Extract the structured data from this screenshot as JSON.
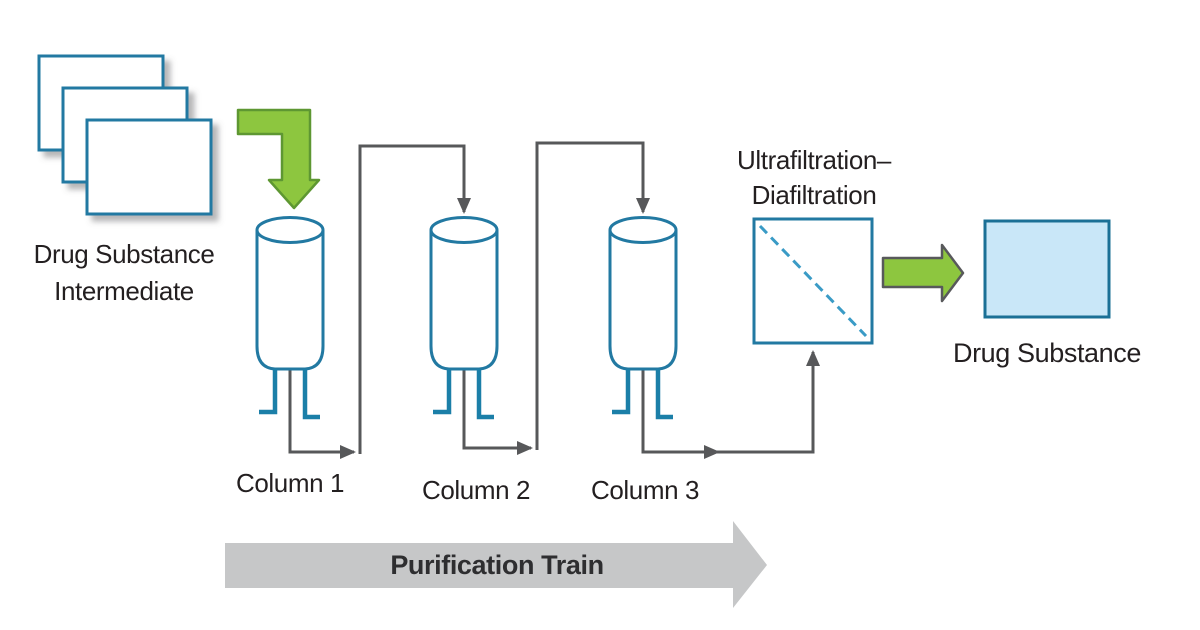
{
  "diagram_title": "",
  "nodes": {
    "intermediate": {
      "label_line1": "Drug Substance",
      "label_line2": "Intermediate",
      "icon": "stacked-documents"
    },
    "columns": [
      {
        "label": "Column 1",
        "icon": "chromatography-column-cylinder"
      },
      {
        "label": "Column 2",
        "icon": "chromatography-column-cylinder"
      },
      {
        "label": "Column 3",
        "icon": "chromatography-column-cylinder"
      }
    ],
    "ufdf": {
      "label_line1": "Ultrafiltration–",
      "label_line2": "Diafiltration",
      "icon": "square-with-dashed-diagonal"
    },
    "drug_substance": {
      "label": "Drug Substance",
      "icon": "filled-rectangle"
    }
  },
  "arrows": {
    "input_arrow": "green-elbow-down-arrow",
    "output_arrow": "green-right-arrow",
    "flow_connectors": "gray-elbow-lines-with-arrowheads"
  },
  "banner": {
    "label": "Purification Train",
    "icon": "wide-right-arrow"
  },
  "colors": {
    "teal_border": "#2279A2",
    "teal_dark": "#1B7096",
    "leg_teal": "#1B7FA8",
    "dashed_blue": "#3A9BC6",
    "green_fill": "#8DC63F",
    "green_stroke": "#5E9732",
    "gray_line": "#57585A",
    "gray_arrow_fill": "#C6C7C8",
    "light_blue_fill": "#C9E7F8",
    "text": "#231F20"
  }
}
